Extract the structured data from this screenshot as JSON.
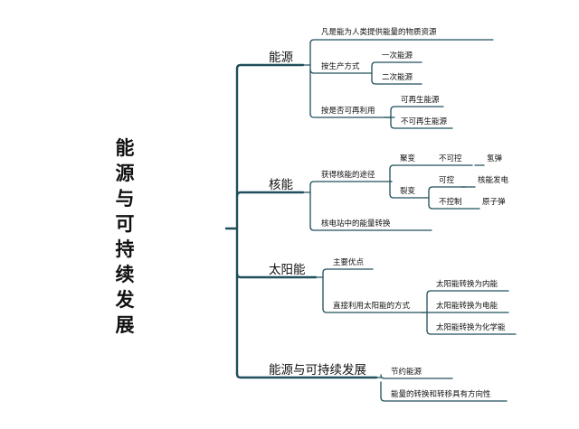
{
  "title": "能源与可持续发展",
  "colors": {
    "line": "#1f4f5c",
    "text": "#111111",
    "background": "#ffffff"
  },
  "branches": [
    {
      "label": "能源",
      "children": [
        {
          "label": "凡是能为人类提供能量的物质资源"
        },
        {
          "label": "按生产方式",
          "children": [
            {
              "label": "一次能源"
            },
            {
              "label": "二次能源"
            }
          ]
        },
        {
          "label": "按是否可再利用",
          "children": [
            {
              "label": "可再生能源"
            },
            {
              "label": "不可再生能源"
            }
          ]
        }
      ]
    },
    {
      "label": "核能",
      "children": [
        {
          "label": "获得核能的途径",
          "children": [
            {
              "label": "聚变",
              "children": [
                {
                  "label": "不可控",
                  "children": [
                    {
                      "label": "氢弹"
                    }
                  ]
                }
              ]
            },
            {
              "label": "裂变",
              "children": [
                {
                  "label": "可控",
                  "children": [
                    {
                      "label": "核能发电"
                    }
                  ]
                },
                {
                  "label": "不控制",
                  "children": [
                    {
                      "label": "原子弹"
                    }
                  ]
                }
              ]
            }
          ]
        },
        {
          "label": "核电站中的能量转换"
        }
      ]
    },
    {
      "label": "太阳能",
      "children": [
        {
          "label": "主要优点"
        },
        {
          "label": "直接利用太阳能的方式",
          "children": [
            {
              "label": "太阳能转换为内能"
            },
            {
              "label": "太阳能转换为电能"
            },
            {
              "label": "太阳能转换为化学能"
            }
          ]
        }
      ]
    },
    {
      "label": "能源与可持续发展",
      "children": [
        {
          "label": "节约能源"
        },
        {
          "label": "能量的转换和转移具有方向性"
        }
      ]
    }
  ]
}
